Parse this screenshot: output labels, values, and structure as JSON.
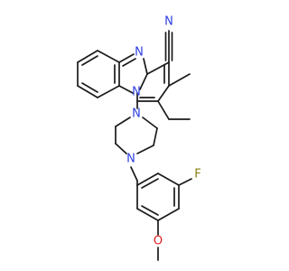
{
  "atoms": {
    "n_imidazole": "N",
    "n_nitrile": "N",
    "n_bridge": "N",
    "n_pip_top": "N",
    "n_pip_bottom": "N",
    "f_atom": "F",
    "o_atom": "O"
  },
  "colors": {
    "nitrogen": "#2c3fe0",
    "fluorine": "#8a7f10",
    "oxygen": "#e02020",
    "bond": "#1a1a1a"
  }
}
